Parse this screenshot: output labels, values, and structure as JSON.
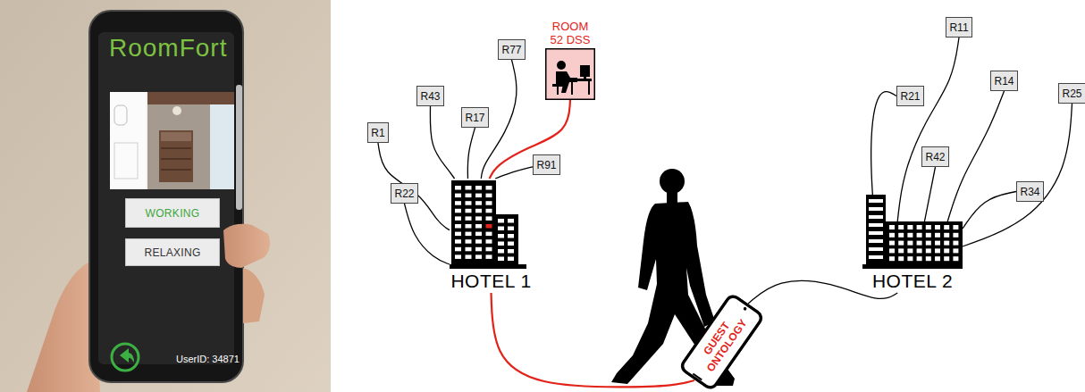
{
  "diagram": {
    "nodes": [
      {
        "text": [
          "WORKING"
        ]
      },
      {
        "text": [
          "RELAXING"
        ]
      },
      {
        "text": [
          "R1"
        ]
      },
      {
        "text": [
          "R22"
        ]
      },
      {
        "text": [
          "R43"
        ]
      },
      {
        "text": [
          "R17"
        ]
      },
      {
        "text": [
          "R77"
        ]
      },
      {
        "text": [
          "ROOM 52 DSS"
        ]
      },
      {
        "text": [
          "R91"
        ]
      },
      {
        "text": [
          "HOTEL 1"
        ]
      },
      {
        "text": [
          "GUEST ONTOLOGY"
        ]
      },
      {
        "text": [
          "HOTEL 2"
        ]
      },
      {
        "text": [
          "R21"
        ]
      },
      {
        "text": [
          "R11"
        ]
      },
      {
        "text": [
          "R42"
        ]
      },
      {
        "text": [
          "R14"
        ]
      },
      {
        "text": [
          "R34"
        ]
      },
      {
        "text": [
          "R25"
        ]
      }
    ],
    "edges": [
      {
        "from": 2,
        "to": 9,
        "arrow": "none"
      },
      {
        "from": 3,
        "to": 9,
        "arrow": "none"
      },
      {
        "from": 4,
        "to": 9,
        "arrow": "none"
      },
      {
        "from": 5,
        "to": 9,
        "arrow": "none"
      },
      {
        "from": 6,
        "to": 9,
        "arrow": "none"
      },
      {
        "from": 7,
        "to": 9,
        "arrow": "none"
      },
      {
        "from": 8,
        "to": 9,
        "arrow": "none"
      },
      {
        "from": 9,
        "to": 10,
        "arrow": "none"
      },
      {
        "from": 10,
        "to": 11,
        "arrow": "none"
      },
      {
        "from": 12,
        "to": 11,
        "arrow": "none"
      },
      {
        "from": 13,
        "to": 11,
        "arrow": "none"
      },
      {
        "from": 14,
        "to": 11,
        "arrow": "none"
      },
      {
        "from": 15,
        "to": 11,
        "arrow": "none"
      },
      {
        "from": 16,
        "to": 11,
        "arrow": "none"
      },
      {
        "from": 17,
        "to": 11,
        "arrow": "none"
      }
    ],
    "labels": [
      "RoomFort",
      "UserID: 34871"
    ]
  }
}
